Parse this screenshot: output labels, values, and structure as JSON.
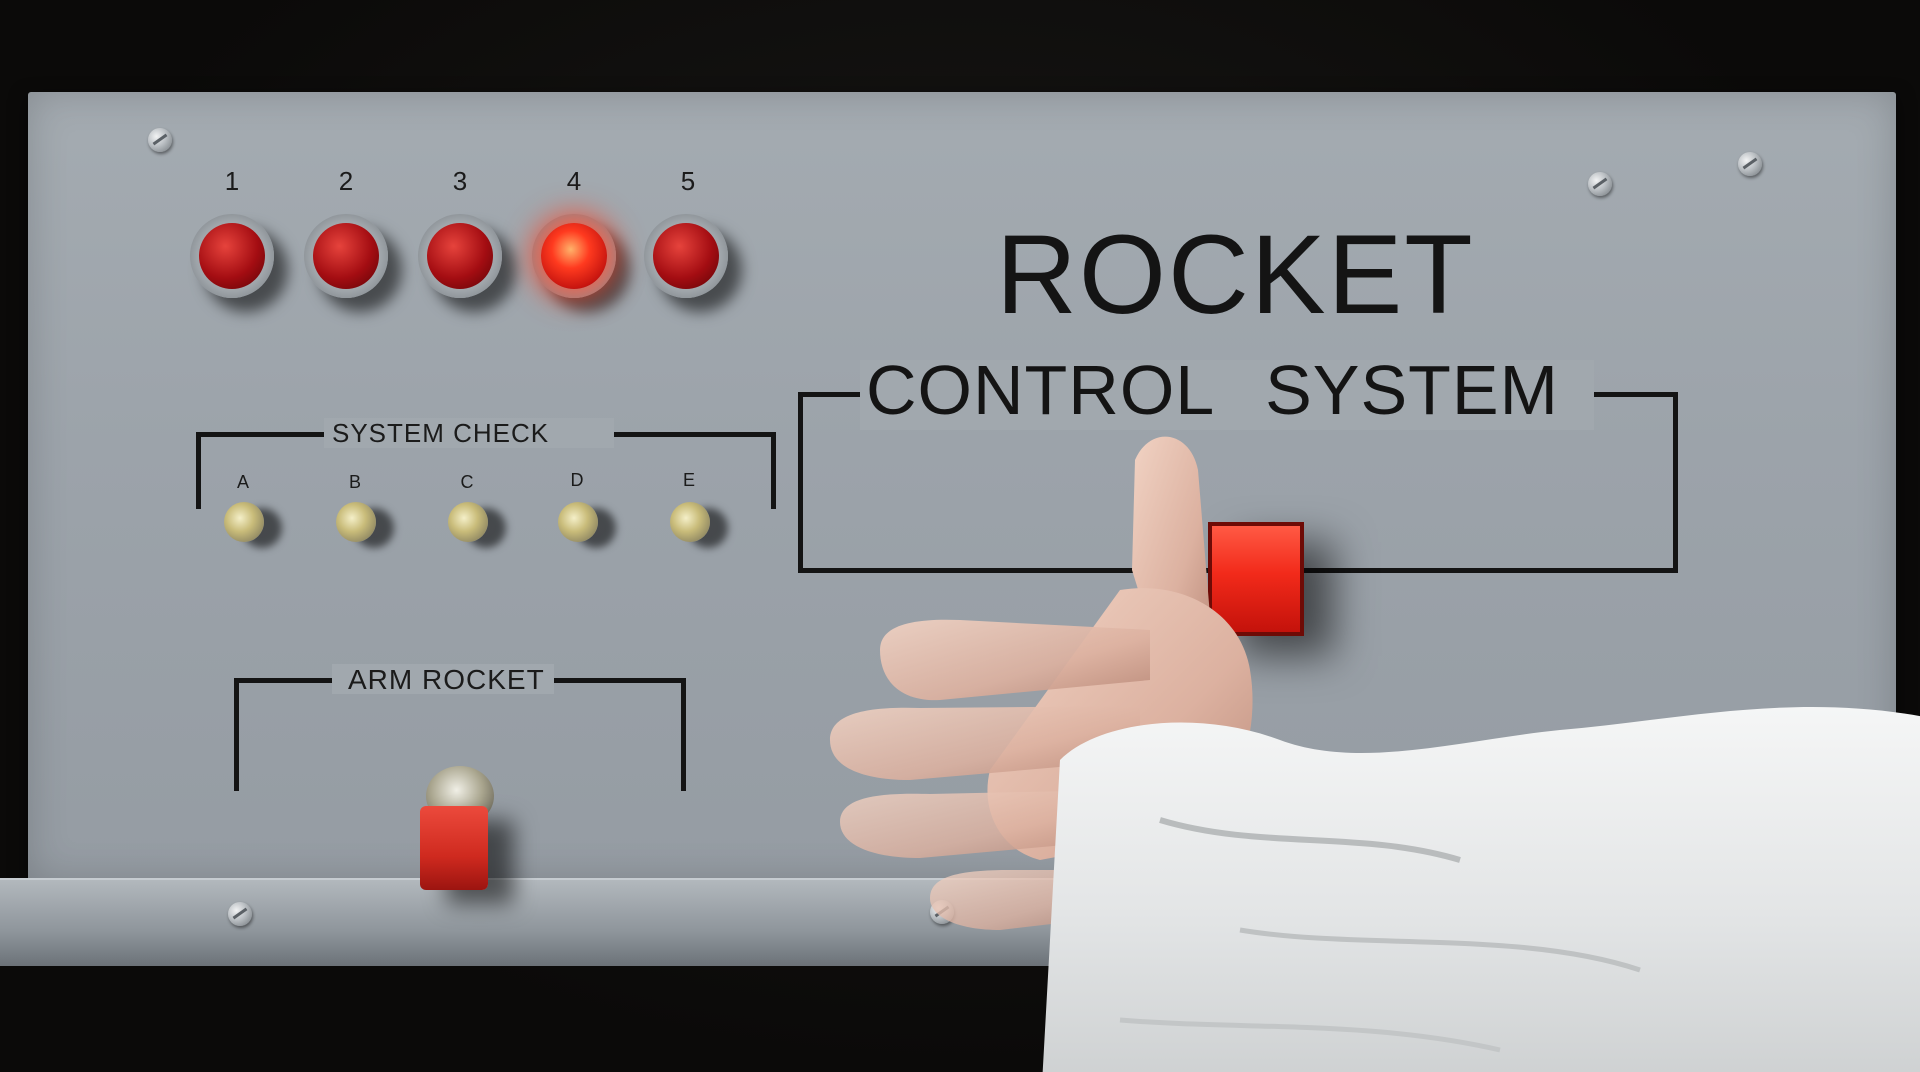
{
  "panel": {
    "title": "ROCKET",
    "subtitle": "CONTROL  SYSTEM",
    "indicator_lights": [
      {
        "label": "1",
        "lit": false
      },
      {
        "label": "2",
        "lit": false
      },
      {
        "label": "3",
        "lit": false
      },
      {
        "label": "4",
        "lit": true
      },
      {
        "label": "5",
        "lit": false
      }
    ],
    "system_check": {
      "label": "SYSTEM  CHECK",
      "switches": [
        "A",
        "B",
        "C",
        "D",
        "E"
      ]
    },
    "arm_rocket": {
      "label": "ARM  ROCKET"
    }
  },
  "colors": {
    "panel": "#9ca3aa",
    "lamp_red": "#a40d12",
    "lamp_lit": "#ff3a1f",
    "launch_button": "#f22a1a",
    "lettering": "#141414",
    "sleeve": "#e9eaea"
  }
}
